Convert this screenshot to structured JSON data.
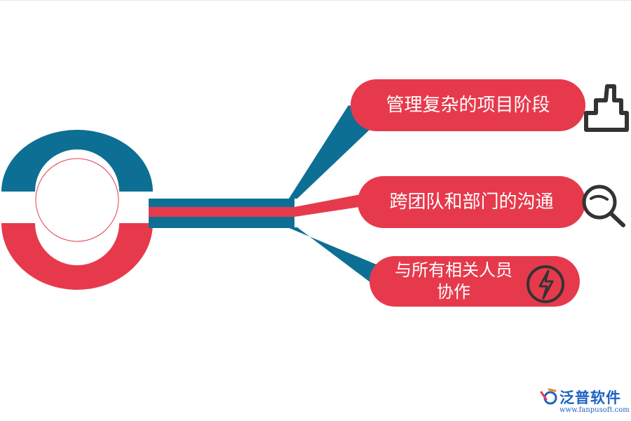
{
  "branches": [
    {
      "label": "管理复杂的项目阶段",
      "icon": "building-icon"
    },
    {
      "label": "跨团队和部门的沟通",
      "icon": "search-icon"
    },
    {
      "label": "与所有相关人员协作",
      "icon": "bolt-icon"
    }
  ],
  "colors": {
    "blue": "#0e6f94",
    "red": "#e63a4c",
    "white": "#ffffff",
    "icon": "#333333",
    "brand": "#1e62c4"
  },
  "logo": {
    "name": "泛普软件",
    "url": "www.fanpusoft.com"
  }
}
